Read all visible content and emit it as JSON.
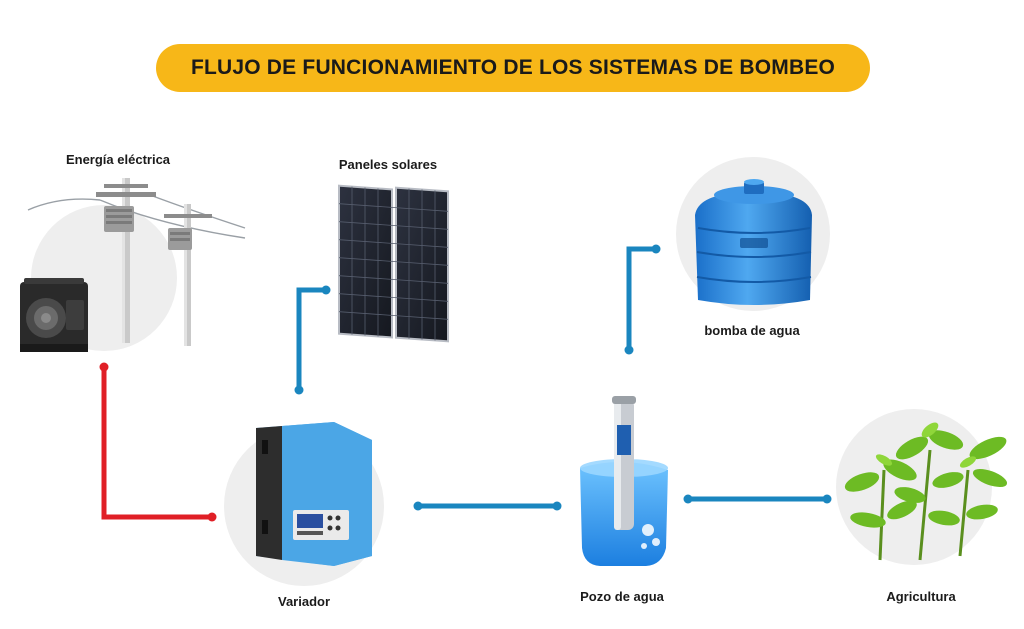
{
  "title": "FLUJO DE FUNCIONAMIENTO DE LOS SISTEMAS DE BOMBEO",
  "nodes": {
    "energia": "Energía eléctrica",
    "paneles": "Paneles solares",
    "bomba": "bomba de agua",
    "variador": "Variador",
    "pozo": "Pozo de agua",
    "agricultura": "Agricultura"
  },
  "colors": {
    "title_bg": "#f7b718",
    "connector_blue": "#1a86bf",
    "connector_red": "#e01f26",
    "circle_bg": "#eeeeee",
    "device_blue": "#4aa3e0"
  }
}
